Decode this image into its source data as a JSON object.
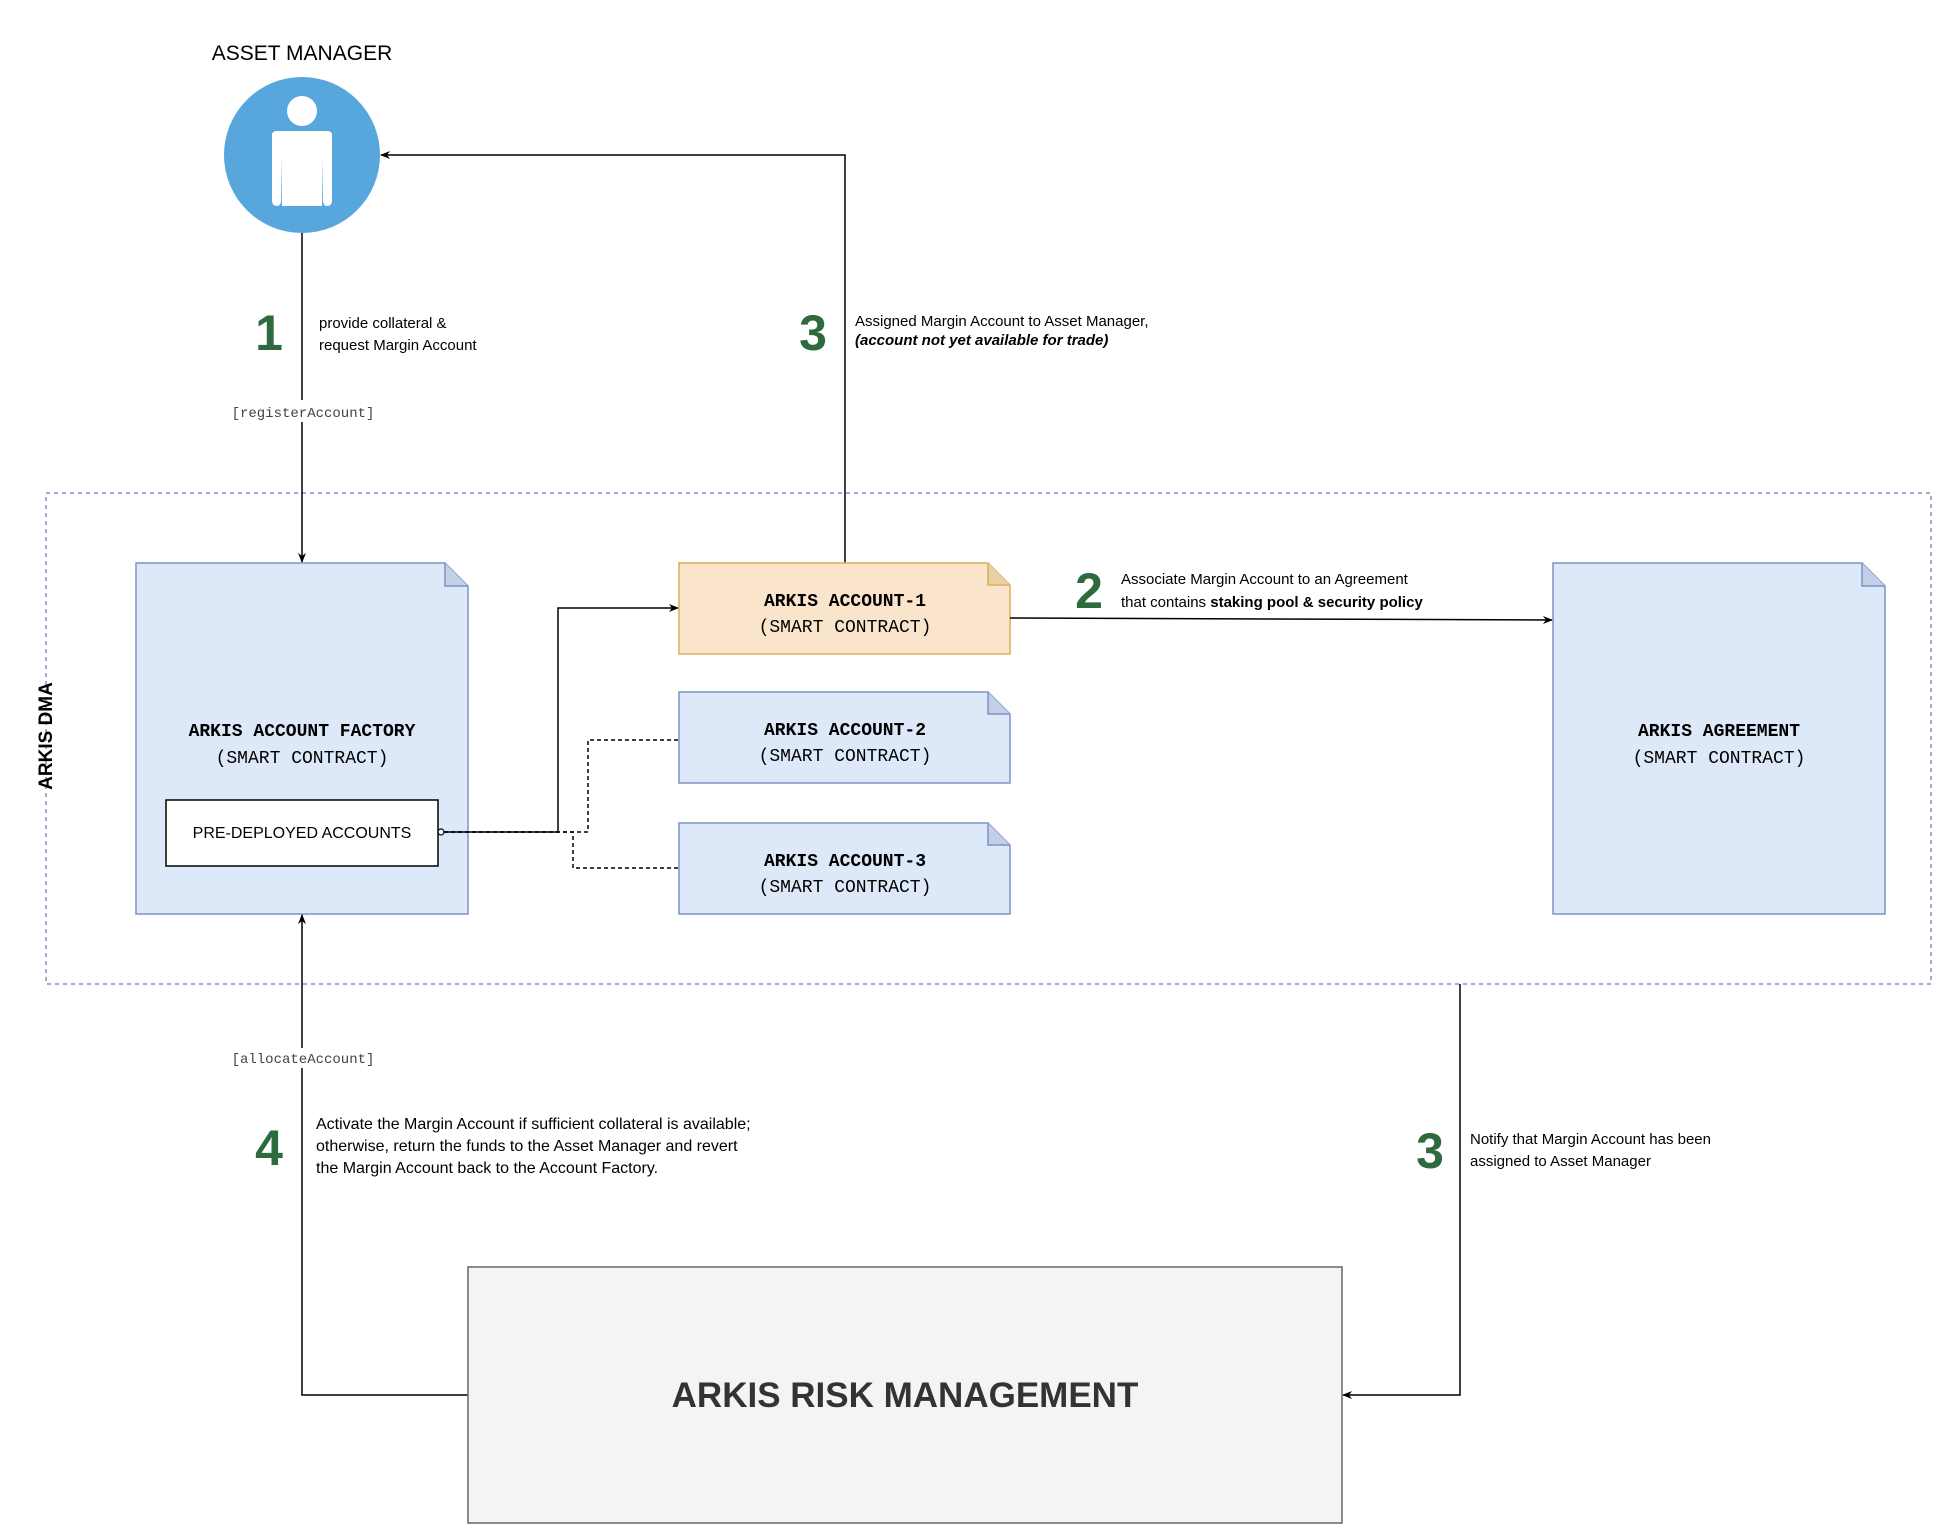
{
  "actor": {
    "label": "ASSET MANAGER",
    "icon": "user-icon",
    "color": "#57a7dd"
  },
  "container": {
    "label": "ARKIS DMA"
  },
  "factory": {
    "title": "ARKIS ACCOUNT FACTORY",
    "subtitle": "(SMART CONTRACT)",
    "inner": "PRE-DEPLOYED ACCOUNTS"
  },
  "accounts": [
    {
      "title": "ARKIS ACCOUNT-1",
      "subtitle": "(SMART CONTRACT)",
      "fill": "#fae5cc",
      "stroke": "#d6b256"
    },
    {
      "title": "ARKIS ACCOUNT-2",
      "subtitle": "(SMART CONTRACT)",
      "fill": "#dde8f8",
      "stroke": "#7d93c4"
    },
    {
      "title": "ARKIS ACCOUNT-3",
      "subtitle": "(SMART CONTRACT)",
      "fill": "#dde8f8",
      "stroke": "#7d93c4"
    }
  ],
  "agreement": {
    "title": "ARKIS AGREEMENT",
    "subtitle": "(SMART CONTRACT)"
  },
  "risk": {
    "title": "ARKIS RISK MANAGEMENT"
  },
  "steps": {
    "s1": {
      "num": "1",
      "line1": "provide collateral &",
      "line2": "request Margin Account",
      "code": "[registerAccount]"
    },
    "s2": {
      "num": "2",
      "line1": "Associate Margin Account to an Agreement",
      "line2a": "that contains ",
      "line2b": "staking pool & security policy"
    },
    "s3a": {
      "num": "3",
      "line1": "Assigned Margin Account to Asset Manager,",
      "line2": "(account not yet available for trade)"
    },
    "s3b": {
      "num": "3",
      "line1": "Notify that Margin Account has been",
      "line2": "assigned to Asset Manager"
    },
    "s4": {
      "num": "4",
      "line1": "Activate the Margin Account if sufficient collateral is available;",
      "line2": "otherwise, return the funds to the Asset Manager and revert",
      "line3": "the Margin Account back to the Account Factory.",
      "code": "[allocateAccount]"
    }
  },
  "colors": {
    "step_number": "#2d6a3e",
    "doc_fill": "#dde8f8",
    "doc_stroke": "#7d93c4",
    "risk_fill": "#f4f4f4"
  }
}
